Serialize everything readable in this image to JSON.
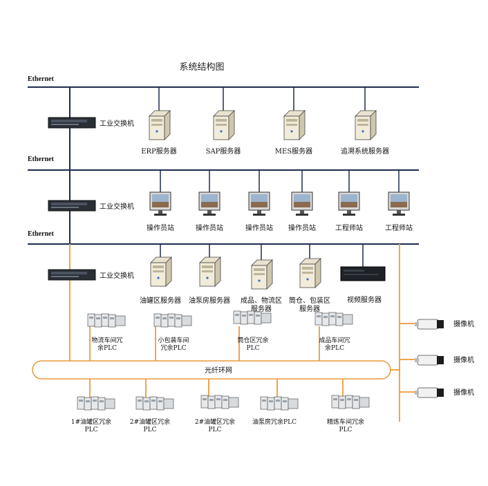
{
  "title": "系统结构图",
  "ethernet_labels": [
    "Ethernet",
    "Ethernet",
    "Ethernet"
  ],
  "switch_label": "工业交换机",
  "servers_top": [
    "ERP服务器",
    "SAP服务器",
    "MES服务器",
    "追溯系统服务器"
  ],
  "workstations": [
    "操作员站",
    "操作员站",
    "操作员站",
    "操作员站",
    "工程师站",
    "工程师站"
  ],
  "servers_mid": [
    [
      "油罐区服务器"
    ],
    [
      "油泵房服务器"
    ],
    [
      "成品、物流区",
      "服务器"
    ],
    [
      "筒仓、包装区",
      "服务器"
    ],
    [
      "视频服务器"
    ]
  ],
  "plc_upper": [
    [
      "物流车间冗",
      "余PLC"
    ],
    [
      "小包装车间",
      "冗余PLC"
    ],
    [
      "筒仓区冗余",
      "PLC"
    ],
    [
      "成品车间冗",
      "余PLC"
    ]
  ],
  "ring_label": "光纤环网",
  "plc_lower": [
    [
      "1#油罐区冗余",
      "PLC"
    ],
    [
      "2#油罐区冗余",
      "PLC"
    ],
    [
      "2#油罐区冗余",
      "PLC"
    ],
    [
      "油泵房冗余PLC"
    ],
    [
      "精炼车间冗余",
      "PLC"
    ]
  ],
  "cameras": [
    "摄像机",
    "摄像机",
    "摄像机"
  ],
  "colors": {
    "network": "#1c2b4a",
    "fiber": "#f0a44c",
    "ring_stroke": "#e99a3c"
  }
}
